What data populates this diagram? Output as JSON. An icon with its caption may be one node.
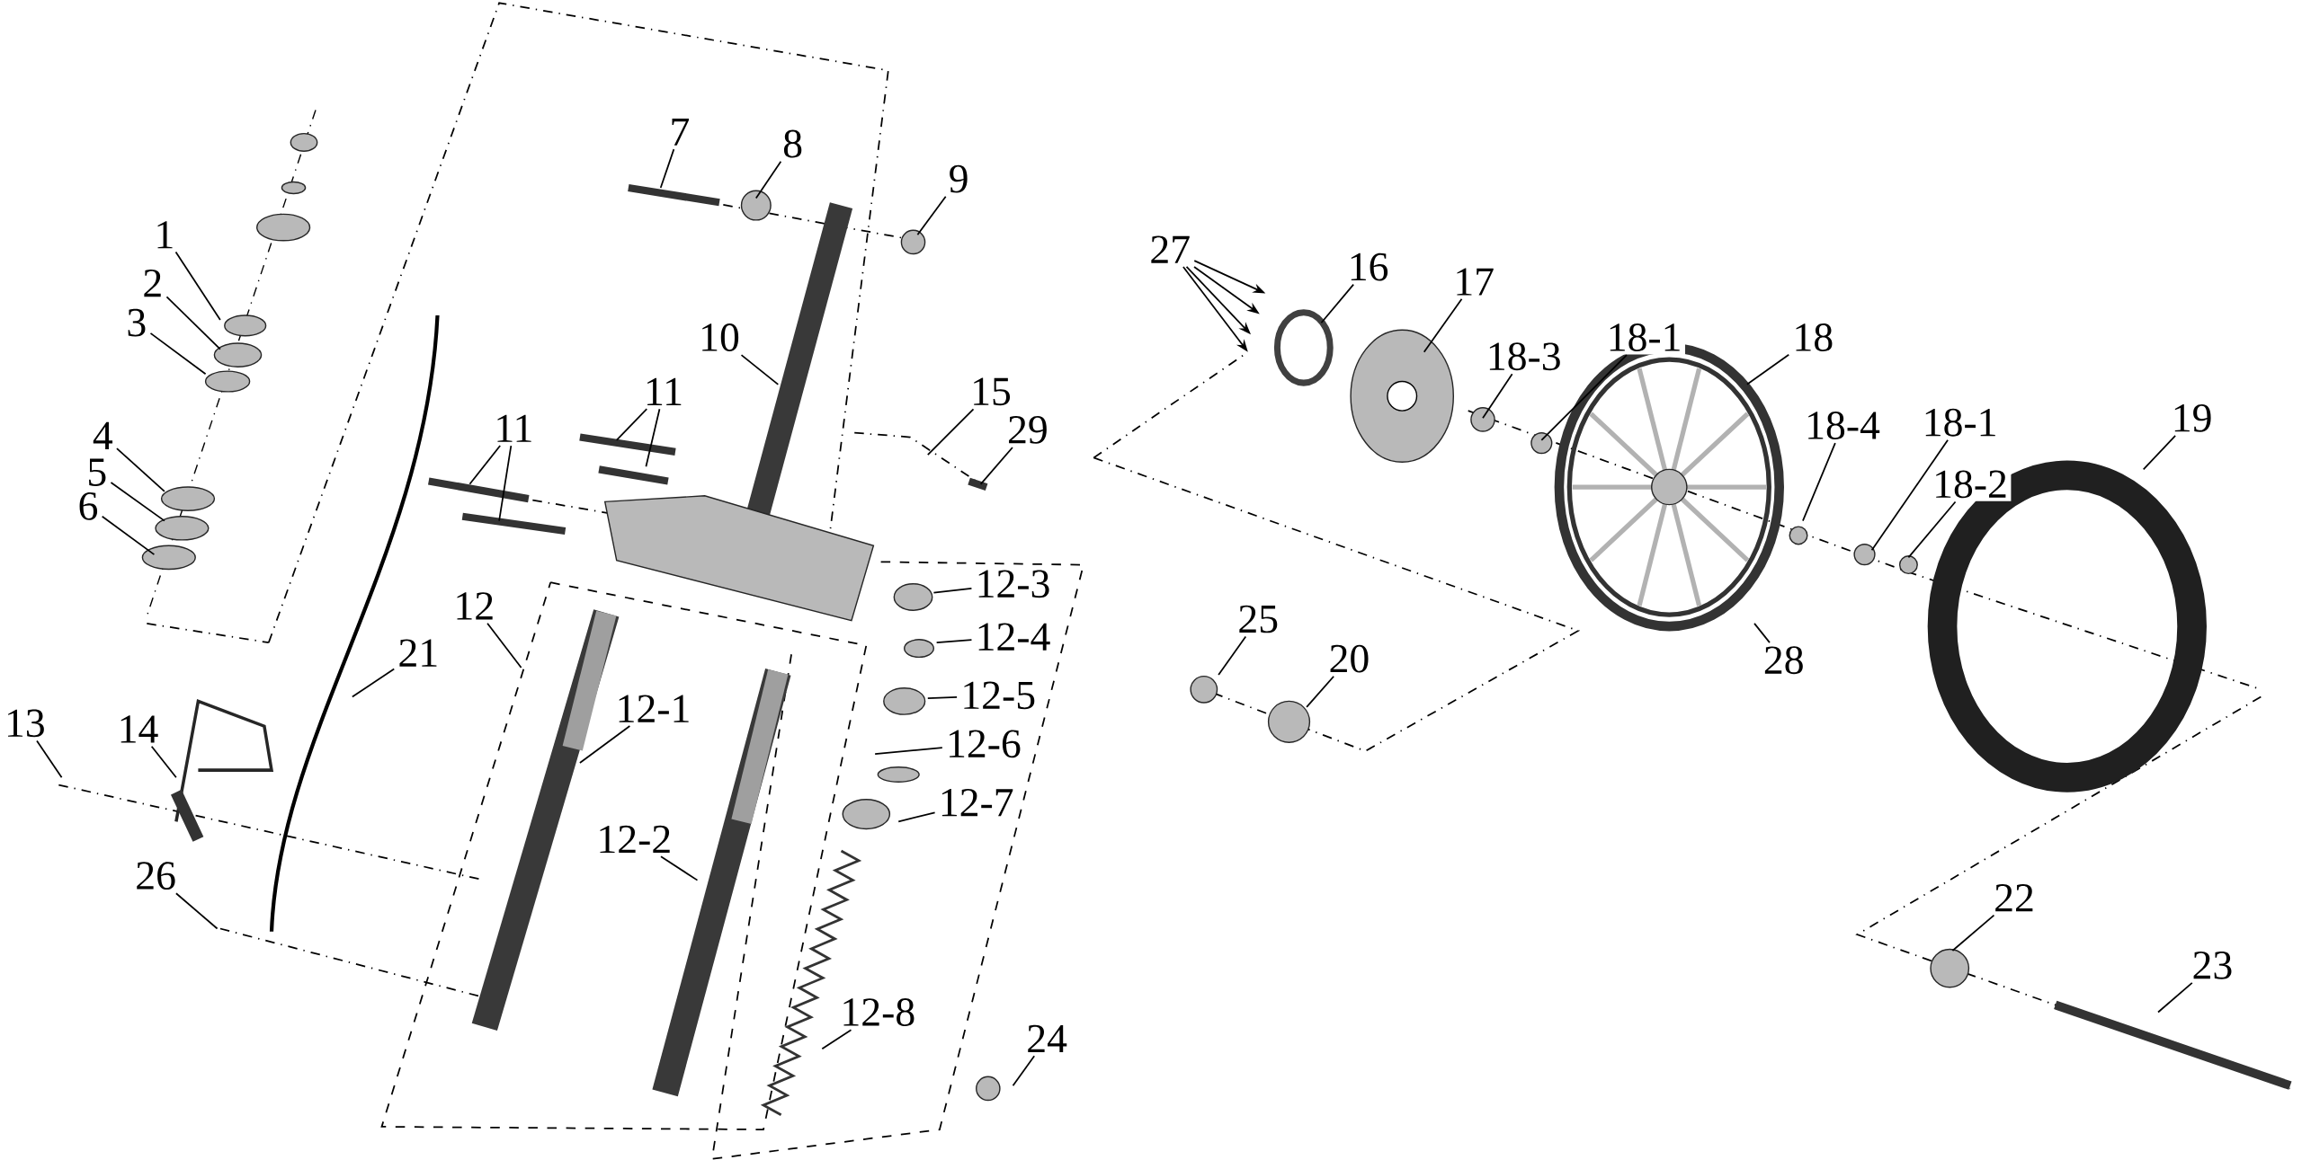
{
  "diagram": {
    "nodes": [
      {
        "text": [
          "1"
        ]
      },
      {
        "text": [
          "2"
        ]
      },
      {
        "text": [
          "3"
        ]
      },
      {
        "text": [
          "4"
        ]
      },
      {
        "text": [
          "5"
        ]
      },
      {
        "text": [
          "6"
        ]
      },
      {
        "text": [
          "7"
        ]
      },
      {
        "text": [
          "8"
        ]
      },
      {
        "text": [
          "9"
        ]
      },
      {
        "text": [
          "10"
        ]
      },
      {
        "text": [
          "11"
        ]
      },
      {
        "text": [
          "11"
        ]
      },
      {
        "text": [
          "12"
        ]
      },
      {
        "text": [
          "12-1"
        ]
      },
      {
        "text": [
          "12-2"
        ]
      },
      {
        "text": [
          "12-3"
        ]
      },
      {
        "text": [
          "12-4"
        ]
      },
      {
        "text": [
          "12-5"
        ]
      },
      {
        "text": [
          "12-6"
        ]
      },
      {
        "text": [
          "12-7"
        ]
      },
      {
        "text": [
          "12-8"
        ]
      },
      {
        "text": [
          "13"
        ]
      },
      {
        "text": [
          "14"
        ]
      },
      {
        "text": [
          "15"
        ]
      },
      {
        "text": [
          "16"
        ]
      },
      {
        "text": [
          "17"
        ]
      },
      {
        "text": [
          "18-3"
        ]
      },
      {
        "text": [
          "18-1"
        ]
      },
      {
        "text": [
          "18"
        ]
      },
      {
        "text": [
          "18-4"
        ]
      },
      {
        "text": [
          "18-1"
        ]
      },
      {
        "text": [
          "18-2"
        ]
      },
      {
        "text": [
          "19"
        ]
      },
      {
        "text": [
          "20"
        ]
      },
      {
        "text": [
          "21"
        ]
      },
      {
        "text": [
          "22"
        ]
      },
      {
        "text": [
          "23"
        ]
      },
      {
        "text": [
          "24"
        ]
      },
      {
        "text": [
          "25"
        ]
      },
      {
        "text": [
          "26"
        ]
      },
      {
        "text": [
          "27"
        ]
      },
      {
        "text": [
          "28"
        ]
      },
      {
        "text": [
          "29"
        ]
      }
    ],
    "edges": [
      {
        "from": 0,
        "to": null,
        "arrow": "none"
      },
      {
        "from": 1,
        "to": null,
        "arrow": "none"
      },
      {
        "from": 2,
        "to": null,
        "arrow": "none"
      },
      {
        "from": 3,
        "to": null,
        "arrow": "none"
      },
      {
        "from": 4,
        "to": null,
        "arrow": "none"
      },
      {
        "from": 5,
        "to": null,
        "arrow": "none"
      },
      {
        "from": 6,
        "to": null,
        "arrow": "none"
      },
      {
        "from": 7,
        "to": null,
        "arrow": "none"
      },
      {
        "from": 8,
        "to": null,
        "arrow": "none"
      },
      {
        "from": 9,
        "to": null,
        "arrow": "none"
      },
      {
        "from": 10,
        "to": null,
        "arrow": "none"
      },
      {
        "from": 10,
        "to": null,
        "arrow": "none"
      },
      {
        "from": 11,
        "to": null,
        "arrow": "none"
      },
      {
        "from": 11,
        "to": null,
        "arrow": "none"
      },
      {
        "from": 12,
        "to": null,
        "arrow": "none"
      },
      {
        "from": 13,
        "to": null,
        "arrow": "none"
      },
      {
        "from": 14,
        "to": null,
        "arrow": "none"
      },
      {
        "from": 15,
        "to": null,
        "arrow": "none"
      },
      {
        "from": 16,
        "to": null,
        "arrow": "none"
      },
      {
        "from": 17,
        "to": null,
        "arrow": "none"
      },
      {
        "from": 18,
        "to": null,
        "arrow": "none"
      },
      {
        "from": 19,
        "to": null,
        "arrow": "none"
      },
      {
        "from": 20,
        "to": null,
        "arrow": "none"
      },
      {
        "from": 21,
        "to": null,
        "arrow": "none"
      },
      {
        "from": 22,
        "to": null,
        "arrow": "none"
      },
      {
        "from": 23,
        "to": null,
        "arrow": "none"
      },
      {
        "from": 24,
        "to": null,
        "arrow": "none"
      },
      {
        "from": 25,
        "to": null,
        "arrow": "none"
      },
      {
        "from": 26,
        "to": null,
        "arrow": "none"
      },
      {
        "from": 27,
        "to": null,
        "arrow": "none"
      },
      {
        "from": 28,
        "to": null,
        "arrow": "none"
      },
      {
        "from": 29,
        "to": null,
        "arrow": "none"
      },
      {
        "from": 30,
        "to": null,
        "arrow": "none"
      },
      {
        "from": 31,
        "to": null,
        "arrow": "none"
      },
      {
        "from": 32,
        "to": null,
        "arrow": "none"
      },
      {
        "from": 33,
        "to": null,
        "arrow": "none"
      },
      {
        "from": 34,
        "to": null,
        "arrow": "none"
      },
      {
        "from": 35,
        "to": null,
        "arrow": "none"
      },
      {
        "from": 36,
        "to": null,
        "arrow": "none"
      },
      {
        "from": 37,
        "to": null,
        "arrow": "none"
      },
      {
        "from": 38,
        "to": null,
        "arrow": "none"
      },
      {
        "from": 39,
        "to": null,
        "arrow": "none"
      },
      {
        "from": 40,
        "to": null,
        "arrow": "to"
      },
      {
        "from": 40,
        "to": null,
        "arrow": "to"
      },
      {
        "from": 40,
        "to": null,
        "arrow": "to"
      },
      {
        "from": 40,
        "to": null,
        "arrow": "to"
      },
      {
        "from": 41,
        "to": null,
        "arrow": "none"
      },
      {
        "from": 42,
        "to": null,
        "arrow": "none"
      }
    ]
  }
}
